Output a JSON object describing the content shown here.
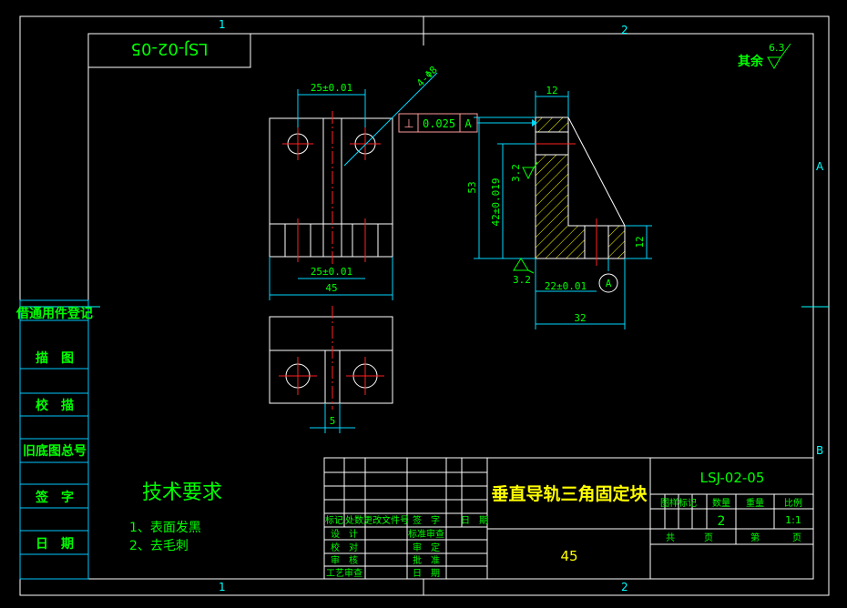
{
  "colors": {
    "background": "#000000",
    "frame": "#ffffff",
    "table": "#00c8ff",
    "text": "#00ff00",
    "dimension": "#00ff00",
    "extension": "#00d8ff",
    "part": "#ffffff",
    "center": "#ff2020",
    "tolerance_frame": "#ff9a9a",
    "title_main": "#ffff00",
    "zone_marks": "#00ffff",
    "hatch": "#ffff00"
  },
  "zones": {
    "top_1": "1",
    "top_2": "2",
    "bottom_1": "1",
    "bottom_2": "2",
    "right_a": "A",
    "right_b": "B"
  },
  "drawing_no_mirrored": "LSJ-02-05",
  "finish": {
    "label": "其余",
    "roughness": "6.3"
  },
  "dims": {
    "front_top_width": "25±0.01",
    "front_bottom_width": "25±0.01",
    "overall_width": "45",
    "hole_callout": "4-Φ8",
    "plan_offset": "5",
    "side_top": "12",
    "side_height": "53",
    "side_inner_height": "42±0.019",
    "side_base_thickness": "12",
    "side_base_inner": "22±0.01",
    "side_width": "32",
    "roughness_side": "3.2",
    "roughness_bottom": "3.2"
  },
  "tolerance_frame": {
    "symbol": "⊥",
    "value": "0.025",
    "datum": "A"
  },
  "datum_label": "A",
  "left_sidebar": [
    "借通用件登记",
    "描　图",
    "校　描",
    "旧底图总号",
    "签　字",
    "日　期"
  ],
  "tech_requirements": {
    "heading": "技术要求",
    "items": [
      "1、表面发黑",
      "2、去毛刺"
    ]
  },
  "title_block": {
    "part_name": "垂直导轨三角固定块",
    "drawing_no": "LSJ-02-05",
    "material": "45",
    "headers": {
      "stage_mark": "图样标记",
      "quantity": "数量",
      "weight": "重量",
      "scale": "比例"
    },
    "values": {
      "quantity": "2",
      "scale": "1:1"
    },
    "sheets": {
      "total": "共",
      "page": "页",
      "sheet": "第",
      "page2": "页"
    },
    "revision_headers": [
      "标记",
      "处数",
      "更改文件号",
      "签　字",
      "日　期"
    ],
    "roles_left": [
      "设　计",
      "校　对",
      "审　核",
      "工艺审查"
    ],
    "roles_right": [
      "标准审查",
      "审　定",
      "批　准",
      "日　期"
    ]
  }
}
